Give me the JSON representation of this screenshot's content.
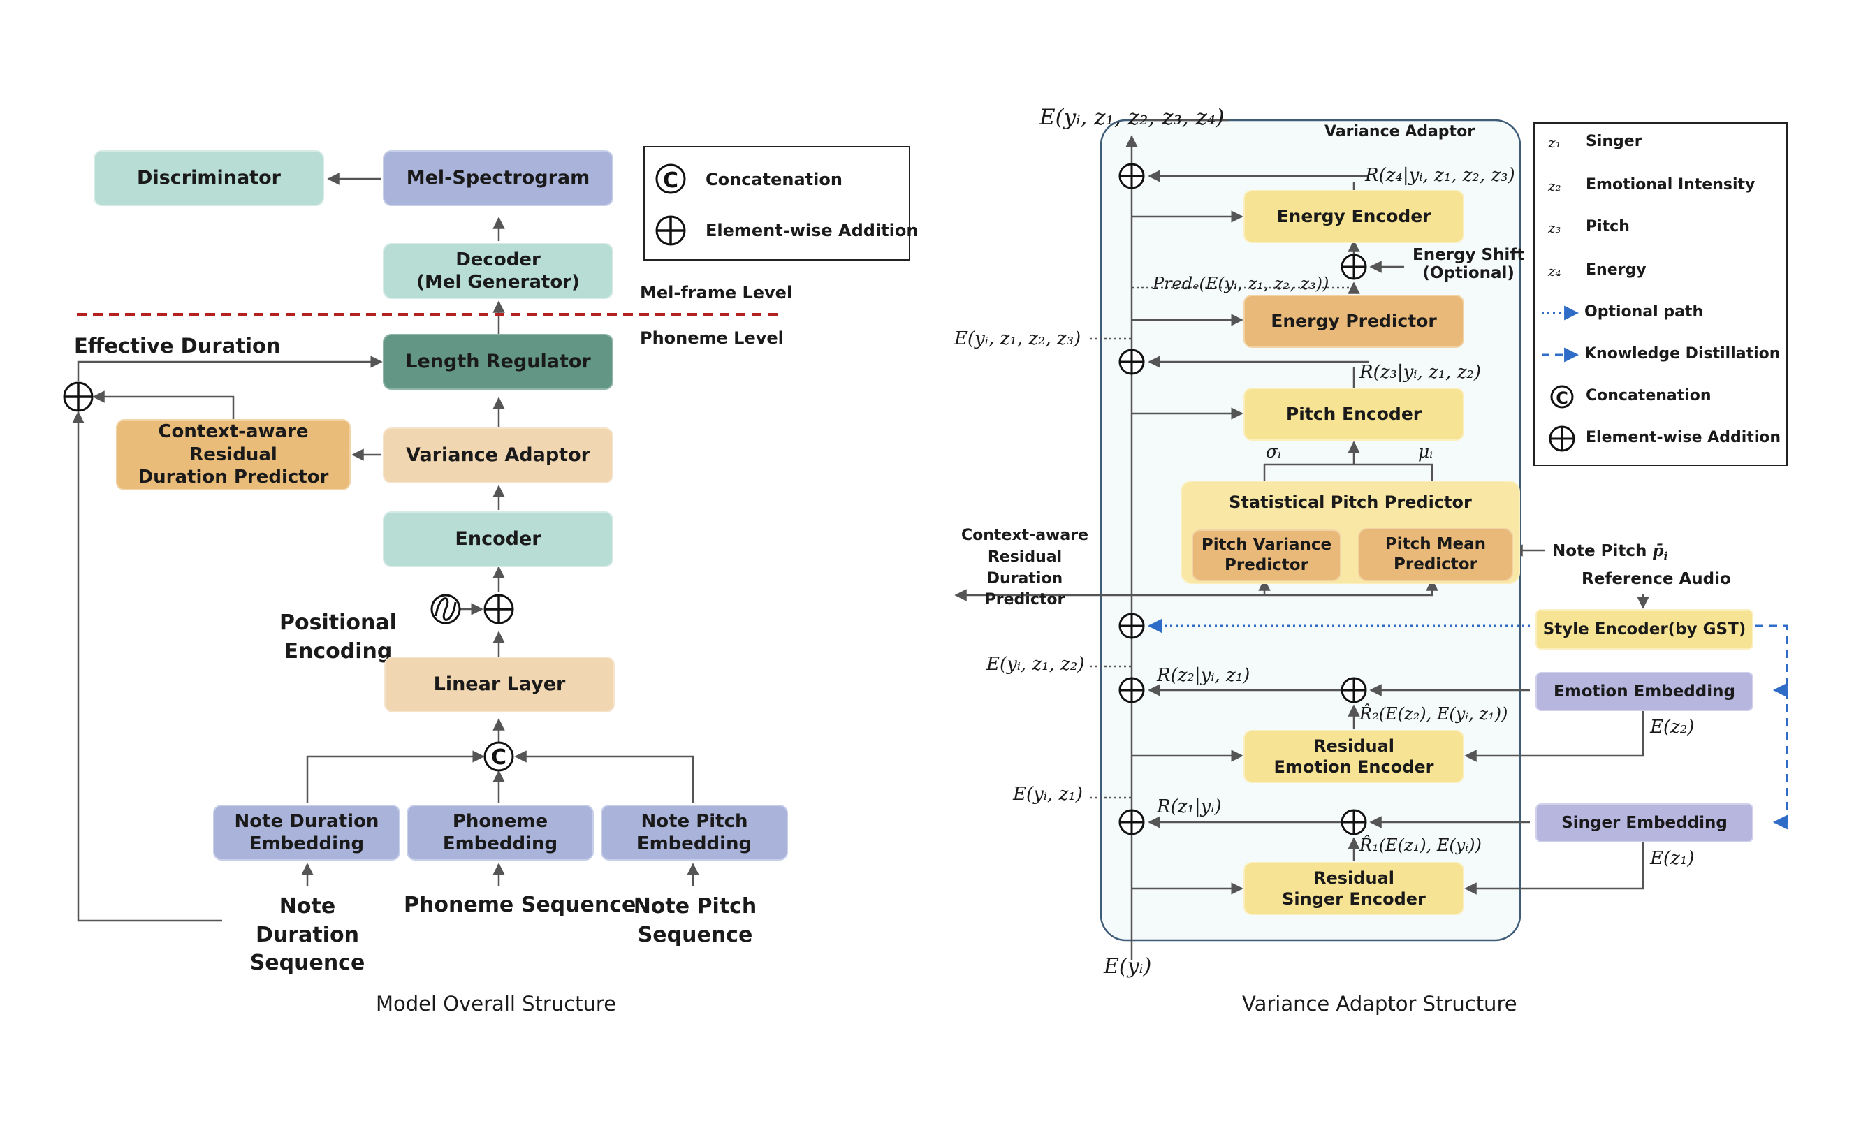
{
  "left": {
    "caption": "Model Overall Structure",
    "discriminator": "Discriminator",
    "mel_spectrogram": "Mel-Spectrogram",
    "decoder": "Decoder\n(Mel Generator)",
    "mel_frame_level": "Mel-frame Level",
    "phoneme_level": "Phoneme Level",
    "effective_duration": "Effective Duration",
    "length_regulator": "Length Regulator",
    "context_residual_duration": "Context-aware\nResidual\nDuration Predictor",
    "variance_adaptor": "Variance Adaptor",
    "encoder": "Encoder",
    "positional_encoding": "Positional\nEncoding",
    "linear_layer": "Linear Layer",
    "note_duration_embedding": "Note Duration\nEmbedding",
    "phoneme_embedding": "Phoneme\nEmbedding",
    "note_pitch_embedding": "Note Pitch\nEmbedding",
    "note_duration_sequence": "Note Duration\nSequence",
    "phoneme_sequence": "Phoneme Sequence",
    "note_pitch_sequence": "Note Pitch\nSequence",
    "legend": {
      "concatenation": "Concatenation",
      "element_addition": "Element-wise Addition"
    }
  },
  "right": {
    "caption": "Variance Adaptor Structure",
    "title": "Variance Adaptor",
    "energy_encoder": "Energy Encoder",
    "energy_predictor": "Energy Predictor",
    "energy_shift": "Energy Shift\n(Optional)",
    "pitch_encoder": "Pitch Encoder",
    "statistical_pitch_predictor": "Statistical Pitch Predictor",
    "pitch_variance_predictor": "Pitch Variance\nPredictor",
    "pitch_mean_predictor": "Pitch Mean\nPredictor",
    "context_residual_duration": "Context-aware\nResidual Duration\nPredictor",
    "note_pitch": "Note Pitch",
    "note_pitch_symbol": "p̄",
    "note_pitch_sub": "i",
    "reference_audio": "Reference Audio",
    "style_encoder": "Style Encoder(by GST)",
    "emotion_embedding": "Emotion Embedding",
    "residual_emotion_encoder": "Residual\nEmotion Encoder",
    "singer_embedding": "Singer Embedding",
    "residual_singer_encoder": "Residual\nSinger Encoder",
    "math": {
      "e_top": "E(y",
      "r4": "R(z₄|yᵢ, z₁, z₂, z₃)",
      "pred_e": "Predₑ(E(yᵢ, z₁, z₂, z₃))",
      "e_z123": "E(yᵢ, z₁, z₂, z₃)",
      "r3": "R(z₃|yᵢ, z₁, z₂)",
      "sigma": "σᵢ",
      "mu": "μᵢ",
      "e_z12": "E(yᵢ, z₁, z₂)",
      "r2": "R(z₂|yᵢ, z₁)",
      "r2hat": "R̂₂(E(z₂), E(yᵢ, z₁))",
      "ez2": "E(z₂)",
      "e_z1": "E(yᵢ, z₁)",
      "r1": "R(z₁|yᵢ)",
      "r1hat": "R̂₁(E(z₁), E(yᵢ))",
      "ez1": "E(z₁)",
      "e_yi": "E(yᵢ)",
      "e_top_full": "E(yᵢ, z₁, z₂, z₃, z₄)"
    },
    "legend": {
      "z1": "z₁",
      "z1_label": "Singer",
      "z2": "z₂",
      "z2_label": "Emotional Intensity",
      "z3": "z₃",
      "z3_label": "Pitch",
      "z4": "z₄",
      "z4_label": "Energy",
      "optional_path": "Optional path",
      "knowledge_distillation": "Knowledge Distillation",
      "concatenation": "Concatenation",
      "element_addition": "Element-wise Addition"
    }
  },
  "colors": {
    "arrow": "#555555",
    "dash_red": "#b22222",
    "dash_blue": "#2e6cc7"
  }
}
